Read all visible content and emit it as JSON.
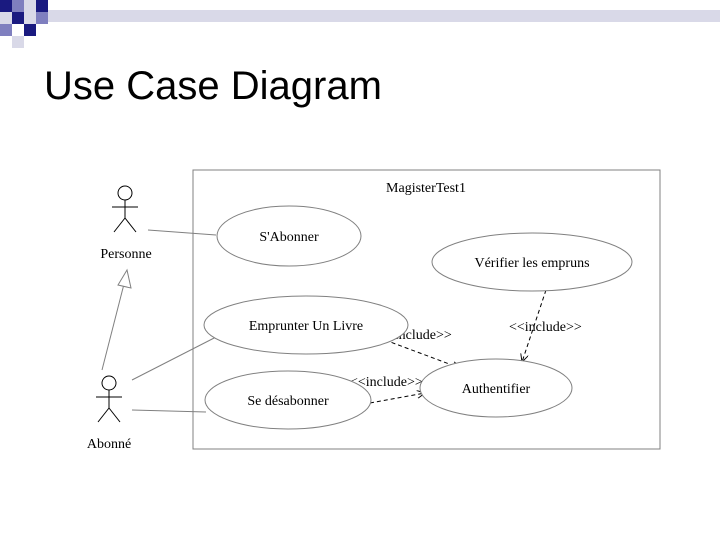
{
  "slide": {
    "title": "Use Case Diagram"
  },
  "diagram": {
    "system_name": "MagisterTest1",
    "actors": [
      {
        "id": "personne",
        "label": "Personne"
      },
      {
        "id": "abonne",
        "label": "Abonné"
      }
    ],
    "use_cases": [
      {
        "id": "sabonner",
        "label": "S'Abonner"
      },
      {
        "id": "verifier",
        "label": "Vérifier les empruns"
      },
      {
        "id": "emprunter",
        "label": "Emprunter Un Livre"
      },
      {
        "id": "desabonner",
        "label": "Se désabonner"
      },
      {
        "id": "authentifier",
        "label": "Authentifier"
      }
    ],
    "stereotypes": {
      "include_emprunter": "<<include>>",
      "include_verifier": "<<include>>",
      "include_desabonner": "<<include>>"
    },
    "relations": [
      {
        "from": "personne",
        "to": "sabonner",
        "type": "association"
      },
      {
        "from": "abonne",
        "to": "personne",
        "type": "generalization"
      },
      {
        "from": "abonne",
        "to": "emprunter",
        "type": "association"
      },
      {
        "from": "abonne",
        "to": "desabonner",
        "type": "association"
      },
      {
        "from": "emprunter",
        "to": "authentifier",
        "type": "include"
      },
      {
        "from": "verifier",
        "to": "authentifier",
        "type": "include"
      },
      {
        "from": "desabonner",
        "to": "authentifier",
        "type": "include"
      }
    ]
  },
  "colors": {
    "deco_dark": "#1a1a80",
    "deco_mid": "#7f7fbf",
    "deco_light": "#d9d9e8",
    "line_gray": "#808080"
  }
}
